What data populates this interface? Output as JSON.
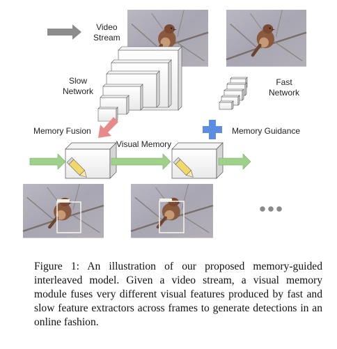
{
  "figure": {
    "labels": {
      "video_stream_line1": "Video",
      "video_stream_line2": "Stream",
      "slow_network_line1": "Slow",
      "slow_network_line2": "Network",
      "fast_network_line1": "Fast",
      "fast_network_line2": "Network",
      "memory_fusion": "Memory Fusion",
      "memory_guidance": "Memory Guidance",
      "visual_memory": "Visual Memory"
    },
    "colors": {
      "stream_arrow": "#8c8c8c",
      "fusion_arrow": "#e88a8a",
      "memory_arrow": "#9fd18b",
      "guidance_plus": "#5b8de0",
      "pencil_yellow": "#f2d76b",
      "detection_box": "#f4f1e6",
      "frame_bg": "#a9a8b4",
      "bird": "#8a5a3e"
    },
    "icons": [
      "right-arrow-icon",
      "plus-icon",
      "pencil-icon",
      "ellipsis-icon"
    ]
  },
  "caption": {
    "label": "Figure 1:",
    "text": "An illustration of our proposed memory-guided interleaved model. Given a video stream, a visual memory module fuses very different visual features produced by fast and slow feature extractors across frames to generate detections in an online fashion."
  }
}
